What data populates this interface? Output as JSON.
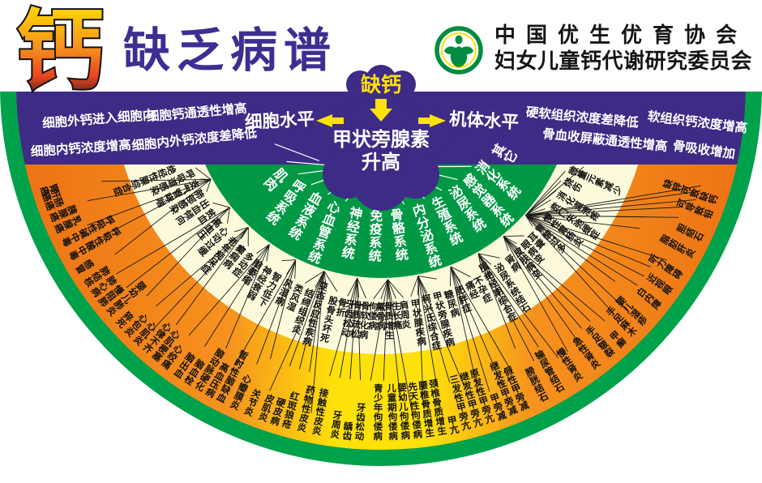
{
  "header": {
    "title_main": "钙",
    "title_sub": "缺乏病谱",
    "org_line1": "中国优生优育协会",
    "org_line2": "妇女儿童钙代谢研究委员会"
  },
  "center": {
    "trigger": "缺钙",
    "hormone_line1": "甲状旁腺素",
    "hormone_line2": "升高",
    "left_level": "细胞水平",
    "right_level": "机体水平"
  },
  "band": {
    "left_items": [
      "细胞外钙进入细胞内",
      "细胞钙通透性增高",
      "细胞内钙浓度增高",
      "细胞内外钙浓度差降低"
    ],
    "right_items": [
      "硬软组织浓度差降低",
      "骨血收屏蔽通透性增高",
      "软组织钙浓度增高",
      "骨吸收增加"
    ]
  },
  "systems": [
    {
      "label": "其它",
      "angle": -61
    },
    {
      "label": "消化系统",
      "angle": -51
    },
    {
      "label": "感觉器系统",
      "angle": -43
    },
    {
      "label": "泌尿系统",
      "angle": -35
    },
    {
      "label": "生殖系统",
      "angle": -26
    },
    {
      "label": "内分泌系统",
      "angle": -17
    },
    {
      "label": "骨骼系统",
      "angle": -7
    },
    {
      "label": "免疫系统",
      "angle": 2
    },
    {
      "label": "神经系统",
      "angle": 11
    },
    {
      "label": "心血管系统",
      "angle": 21
    },
    {
      "label": "血液系统",
      "angle": 30
    },
    {
      "label": "呼吸系统",
      "angle": 39
    },
    {
      "label": "肌肉",
      "angle": 48
    }
  ],
  "mid_ring": [
    {
      "label": "微量元素减少",
      "angle": -66
    },
    {
      "label": "烧伤",
      "angle": -62.5
    },
    {
      "label": "消化道溃疡",
      "angle": -58.5
    },
    {
      "label": "贲门失弛缓症",
      "angle": -55
    },
    {
      "label": "慢性胃肠炎",
      "angle": -51.5
    },
    {
      "label": "胃酸过多",
      "angle": -48
    },
    {
      "label": "耳聋",
      "angle": -45
    },
    {
      "label": "眼病变",
      "angle": -42.3
    },
    {
      "label": "皮肤病变",
      "angle": -39.5
    },
    {
      "label": "肾病",
      "angle": -36.5
    },
    {
      "label": "泌尿系统结石",
      "angle": -33
    },
    {
      "label": "围绝经期综合症",
      "angle": -29.5
    },
    {
      "label": "不孕症",
      "angle": -26.5
    },
    {
      "label": "痛经",
      "angle": -24
    },
    {
      "label": "肥胖症",
      "angle": -21
    },
    {
      "label": "糖尿病",
      "angle": -18
    },
    {
      "label": "甲状旁腺疾病",
      "angle": -15
    },
    {
      "label": "柯兴氏综合症",
      "angle": -12
    },
    {
      "label": "甲状腺疾病",
      "angle": -9
    },
    {
      "label": "肩周炎",
      "angle": -6
    },
    {
      "label": "生长痛",
      "angle": -4
    },
    {
      "label": "骨质增生",
      "angle": -2
    },
    {
      "label": "氟骨病",
      "angle": 0
    },
    {
      "label": "佝偻病",
      "angle": 2
    },
    {
      "label": "骨软化病",
      "angle": 4
    },
    {
      "label": "骨质疏松",
      "angle": 6
    },
    {
      "label": "牙齿松动",
      "angle": 8
    },
    {
      "label": "骨折",
      "angle": 10
    },
    {
      "label": "股骨头坏死",
      "angle": 12.5
    },
    {
      "label": "变态反应性疾病",
      "angle": 16
    },
    {
      "label": "结缔组织炎",
      "angle": 19
    },
    {
      "label": "类风湿",
      "angle": 22
    },
    {
      "label": "风湿病",
      "angle": 25
    },
    {
      "label": "智力低下",
      "angle": 28.5
    },
    {
      "label": "神经衰弱",
      "angle": 31.5
    },
    {
      "label": "脑萎缩",
      "angle": 34.5
    },
    {
      "label": "多动症",
      "angle": 37.5
    },
    {
      "label": "癫痫病",
      "angle": 40.5
    },
    {
      "label": "老年痴呆症",
      "angle": 43.5
    },
    {
      "label": "心动过缓",
      "angle": 47
    },
    {
      "label": "高血压",
      "angle": 50
    },
    {
      "label": "贫血",
      "angle": 53
    },
    {
      "label": "出血倾向",
      "angle": 56
    },
    {
      "label": "肺部感染",
      "angle": 59
    },
    {
      "label": "支气管哮喘",
      "angle": 62
    },
    {
      "label": "呼吸道感染",
      "angle": 65
    },
    {
      "label": "绝经性腺综合症",
      "angle": 68
    }
  ],
  "outer_ring": [
    {
      "label": "缺锌可致缺钙",
      "angle": -71
    },
    {
      "label": "可导致铅",
      "angle": -68.5
    },
    {
      "label": "胆结石",
      "angle": -64.5
    },
    {
      "label": "脂肪肝炎",
      "angle": -61.5
    },
    {
      "label": "听力障碍",
      "angle": -57.5
    },
    {
      "label": "近视眼",
      "angle": -54.5
    },
    {
      "label": "白内障",
      "angle": -51.5
    },
    {
      "label": "婴儿湿疹",
      "angle": -48
    },
    {
      "label": "手足麻木",
      "angle": -45.5
    },
    {
      "label": "甲癣",
      "angle": -43
    },
    {
      "label": "手足皲裂",
      "angle": -40.5
    },
    {
      "label": "急性肾炎",
      "angle": -37.5
    },
    {
      "label": "慢性肾炎",
      "angle": -34
    },
    {
      "label": "输尿管结石",
      "angle": -30.5
    },
    {
      "label": "膀胱结石",
      "angle": -27.5
    },
    {
      "label": "假性甲旁减",
      "angle": -24
    },
    {
      "label": "继发性甲旁减",
      "angle": -22
    },
    {
      "label": "甲旁减",
      "angle": -20
    },
    {
      "label": "原发性甲旁亢",
      "angle": -18
    },
    {
      "label": "继发性甲旁亢",
      "angle": -16
    },
    {
      "label": "三发性甲旁亢",
      "angle": -14
    },
    {
      "label": "甲亢",
      "angle": -12
    },
    {
      "label": "颈椎骨质增生",
      "angle": -10
    },
    {
      "label": "腰椎骨质增生",
      "angle": -8
    },
    {
      "label": "先天性佝偻病",
      "angle": -6
    },
    {
      "label": "婴幼儿佝偻病",
      "angle": -4
    },
    {
      "label": "儿童期佝偻病",
      "angle": -2
    },
    {
      "label": "青少年佝偻病",
      "angle": 0.5
    },
    {
      "label": "牙齿松动",
      "angle": 3.5
    },
    {
      "label": "龋齿",
      "angle": 5.5
    },
    {
      "label": "牙周炎",
      "angle": 7.5
    },
    {
      "label": "接触性皮炎",
      "angle": 10.5
    },
    {
      "label": "药物性皮炎",
      "angle": 13
    },
    {
      "label": "红斑狼疮",
      "angle": 15.5
    },
    {
      "label": "硬皮病",
      "angle": 17.5
    },
    {
      "label": "皮肌炎",
      "angle": 19.5
    },
    {
      "label": "关节炎",
      "angle": 22
    },
    {
      "label": "心瓣膜炎",
      "angle": 24.5
    },
    {
      "label": "暂时性脑缺血",
      "angle": 27
    },
    {
      "label": "高血压病",
      "angle": 29
    },
    {
      "label": "脑动脉硬化",
      "angle": 31
    },
    {
      "label": "脑血栓",
      "angle": 33
    },
    {
      "label": "脑出血",
      "angle": 35
    },
    {
      "label": "心绞痛",
      "angle": 37.5
    },
    {
      "label": "心肌梗塞",
      "angle": 39.5
    },
    {
      "label": "心律不齐",
      "angle": 41.5
    },
    {
      "label": "心肌炎",
      "angle": 43.5
    },
    {
      "label": "心包炎",
      "angle": 45.5
    },
    {
      "label": "猝死",
      "angle": 47.5
    },
    {
      "label": "婴幼儿肺炎",
      "angle": 50
    },
    {
      "label": "慢阻肺",
      "angle": 52
    },
    {
      "label": "肺心病",
      "angle": 54
    },
    {
      "label": "肺结核",
      "angle": 56
    },
    {
      "label": "感冒",
      "angle": 58.5
    },
    {
      "label": "呼吸性酸中毒",
      "angle": 61
    },
    {
      "label": "呼吸性碱中毒",
      "angle": 63.5
    },
    {
      "label": "乳腺癌",
      "angle": 66
    },
    {
      "label": "胰腺癌",
      "angle": 68
    },
    {
      "label": "肠癌",
      "angle": 70
    },
    {
      "label": "肝癌",
      "angle": 71.5
    },
    {
      "label": "胃癌",
      "angle": 72.5
    }
  ],
  "colors": {
    "purple": "#3E2B85",
    "fan_green": "#009845",
    "rim_green": "#00A14B",
    "cream": "#FDFADC",
    "orange": "#F6921E",
    "yellow": "#FFE10A",
    "title_purple": "#3D2F92",
    "logo_green": "#008C41",
    "title_gold": "#FFE000",
    "title_orange": "#F05A28"
  }
}
